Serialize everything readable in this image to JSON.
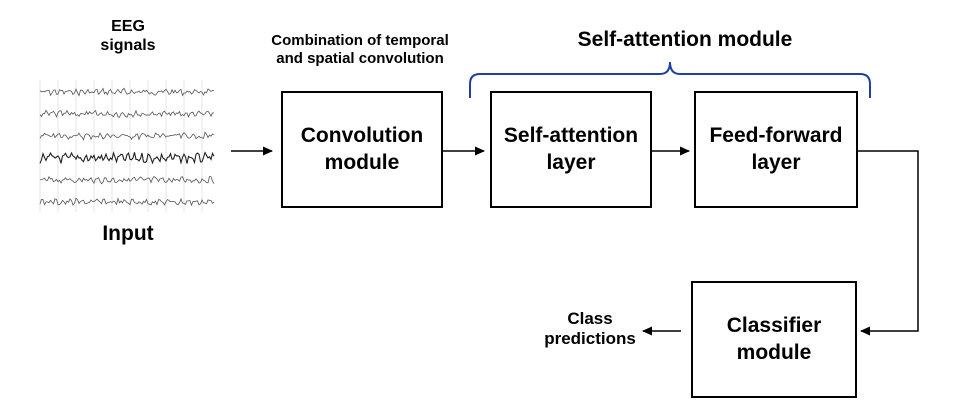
{
  "input": {
    "eeg_title": "EEG\nsignals",
    "input_label": "Input"
  },
  "conv": {
    "annotation": "Combination of temporal\nand spatial convolution",
    "box_label": "Convolution\nmodule"
  },
  "self_attention": {
    "module_title": "Self-attention module",
    "layer_label": "Self-attention\nlayer",
    "ff_label": "Feed-forward\nlayer"
  },
  "classifier": {
    "box_label": "Classifier\nmodule"
  },
  "output": {
    "label": "Class\npredictions"
  },
  "colors": {
    "brace": "#1f3fa8",
    "stroke": "#000000",
    "eeg_trace": "#555555"
  }
}
